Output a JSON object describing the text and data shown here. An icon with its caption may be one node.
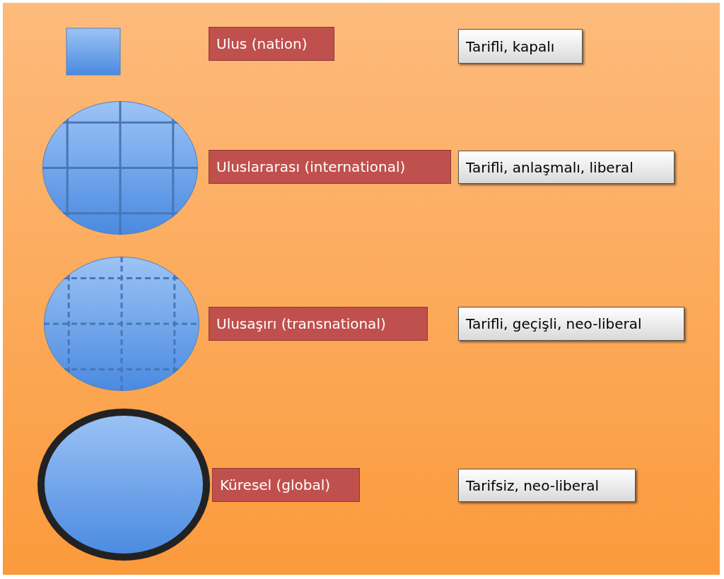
{
  "diagram": {
    "nodes": [
      {
        "text": [],
        "shape": "box"
      },
      {
        "text": [
          "Ulus (nation)"
        ]
      },
      {
        "text": [
          "Tarifli, kapalı"
        ]
      },
      {
        "text": [],
        "shape": "circle"
      },
      {
        "text": [
          "Uluslararası (international)"
        ]
      },
      {
        "text": [
          "Tarifli, anlaşmalı, liberal"
        ]
      },
      {
        "text": [],
        "shape": "circle"
      },
      {
        "text": [
          "Ulusaşırı (transnational)"
        ]
      },
      {
        "text": [
          "Tarifli, geçişli, neo-liberal"
        ]
      },
      {
        "text": [],
        "shape": "circle"
      },
      {
        "text": [
          "Küresel (global)"
        ]
      },
      {
        "text": [
          "Tarifsiz, neo-liberal"
        ]
      }
    ],
    "edges": []
  }
}
